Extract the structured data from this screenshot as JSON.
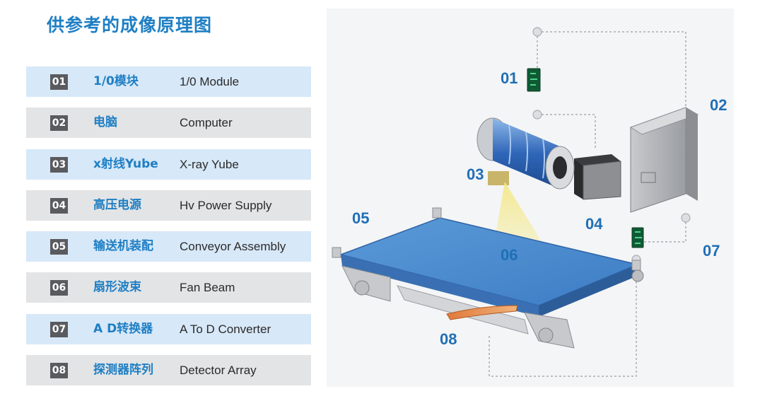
{
  "title": "供参考的成像原理图",
  "rows": [
    {
      "num": "01",
      "cn": "1/0模块",
      "en": "1/0  Module"
    },
    {
      "num": "02",
      "cn": "电脑",
      "en": "Computer"
    },
    {
      "num": "03",
      "cn": "x射线Yube",
      "en": "X-ray Yube"
    },
    {
      "num": "04",
      "cn": "高压电源",
      "en": "Hv Power Supply"
    },
    {
      "num": "05",
      "cn": "输送机装配",
      "en": "Conveyor Assembly"
    },
    {
      "num": "06",
      "cn": "扇形波束",
      "en": "Fan Beam"
    },
    {
      "num": "07",
      "cn": "A D转换器",
      "en": "A To D Converter"
    },
    {
      "num": "08",
      "cn": "探测器阵列",
      "en": "Detector Array"
    }
  ],
  "callouts": {
    "c01": "01",
    "c02": "02",
    "c03": "03",
    "c04": "04",
    "c05": "05",
    "c06": "06",
    "c07": "07",
    "c08": "08"
  },
  "colors": {
    "accent": "#1f7fc4",
    "row_blue": "#d7e8f8",
    "row_gray": "#e3e4e6",
    "badge": "#5a5b5f"
  }
}
